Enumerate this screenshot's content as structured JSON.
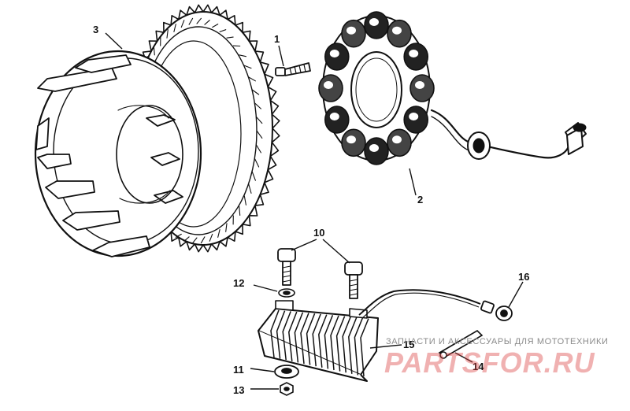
{
  "callouts": {
    "c1": "1",
    "c2": "2",
    "c3": "3",
    "c10": "10",
    "c11": "11",
    "c12": "12",
    "c13": "13",
    "c14": "14",
    "c15": "15",
    "c16": "16"
  },
  "watermark": {
    "subtitle": "ЗАПЧАСТИ И АКСЕССУАРЫ ДЛЯ МОТОТЕХНИКИ",
    "brand": "PARTSFOR.RU"
  },
  "colors": {
    "ink": "#111111",
    "watermark_red": "#dc4646",
    "watermark_gray": "#8a8a8a"
  }
}
